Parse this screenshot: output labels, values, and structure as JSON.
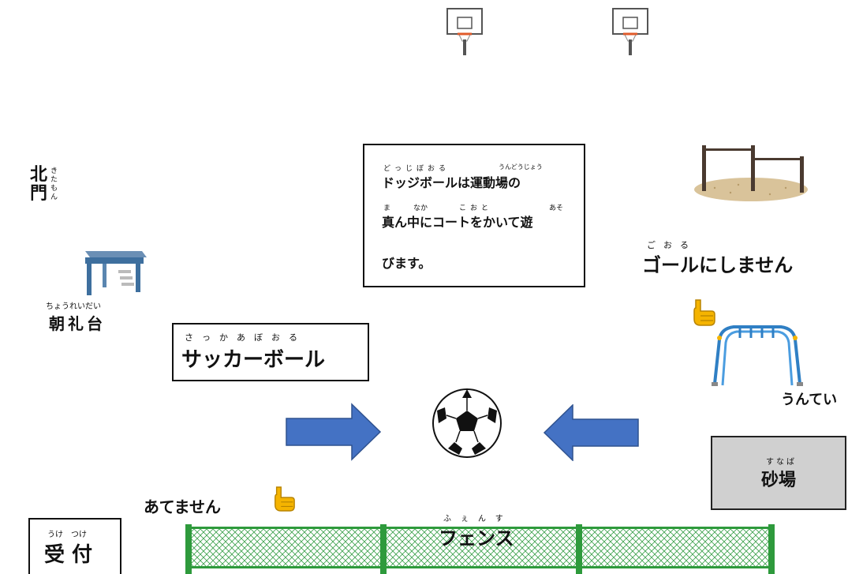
{
  "labels": {
    "north_gate": "北門",
    "north_gate_furigana": "きたもん",
    "assembly_stand": "朝礼台",
    "assembly_stand_furigana": "ちょうれいだい",
    "soccer_ball": "サッカーボール",
    "soccer_ball_furigana": "さっかあぼおる",
    "no_goal": "ゴールにしません",
    "no_goal_furigana": "ごおる",
    "monkey_bars": "うんてい",
    "sandbox": "砂場",
    "sandbox_furigana": "すなば",
    "dont_hit": "あてません",
    "fence": "フェンス",
    "fence_furigana": "ふぇんす",
    "reception": "受 付",
    "reception_furigana": "うけ　つけ"
  },
  "info": {
    "line1": "ドッジボールは運動場の",
    "line1_furigana_a": "どっじぼおる",
    "line1_furigana_b": "うんどうじょう",
    "line2": "真ん中にコートをかいて遊",
    "line2_furigana_a": "ま",
    "line2_furigana_b": "なか",
    "line2_furigana_c": "こおと",
    "line2_furigana_d": "あそ",
    "line3": "びます。"
  },
  "icons": [
    "basketball-hoop-icon",
    "assembly-stand-icon",
    "horizontal-bars-icon",
    "monkey-bars-icon",
    "soccer-ball-icon",
    "arrow-right-icon",
    "arrow-left-icon",
    "pointing-hand-icon",
    "fence-icon"
  ],
  "colors": {
    "arrow": "#4472c4",
    "arrow_border": "#2f528f",
    "fence": "#2e9a3c",
    "sandbox": "#d0d0d0",
    "hand": "#f5b400"
  }
}
